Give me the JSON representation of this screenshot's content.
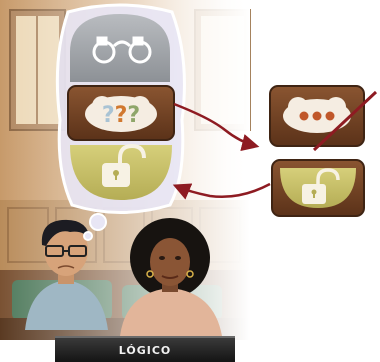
{
  "scene": {
    "character_label": "LÓGICO"
  },
  "thought_bubble": {
    "cards": [
      {
        "icon": "handcuffs-icon",
        "state": "locked"
      },
      {
        "icon": "question-marks-icon",
        "text": "???",
        "state": "selected"
      },
      {
        "icon": "open-padlock-icon",
        "state": "available"
      }
    ]
  },
  "side_panel": {
    "cards": [
      {
        "icon": "ellipsis-icon",
        "text": "•••",
        "state": "crossed-out"
      },
      {
        "icon": "open-padlock-icon",
        "state": "result"
      }
    ]
  },
  "colors": {
    "card_brown": "#6b3e22",
    "card_border": "#3f2413",
    "olive_half": "#c9c26a",
    "arrow_red": "#8e1b22",
    "bubble_fill": "#e8e6f5",
    "ellipsis_orange": "#c0572a"
  }
}
